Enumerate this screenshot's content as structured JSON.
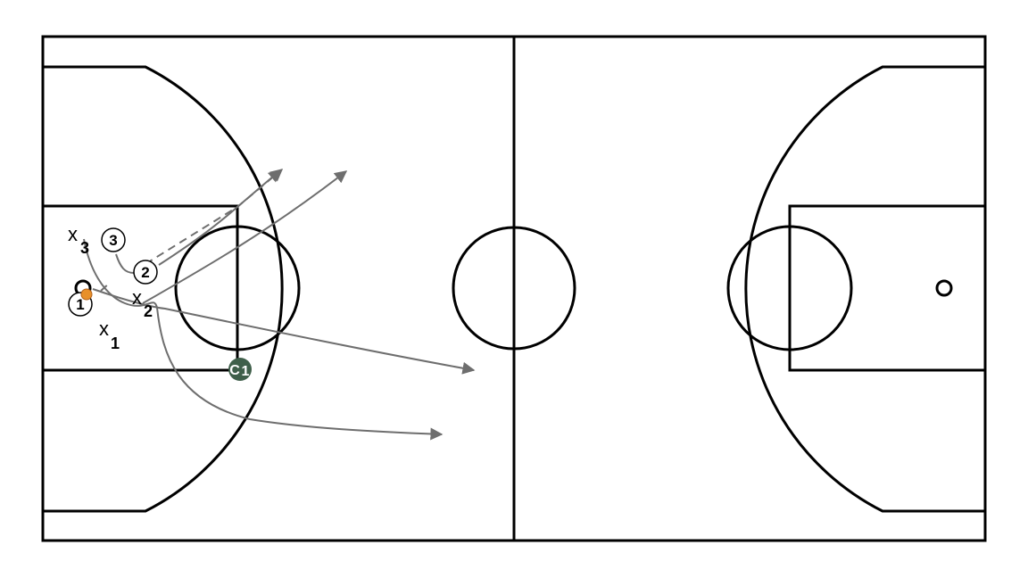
{
  "offense": [
    {
      "id": "o1",
      "label": "1",
      "has_ball": true
    },
    {
      "id": "o2",
      "label": "2"
    },
    {
      "id": "o3",
      "label": "3"
    }
  ],
  "defense": [
    {
      "id": "x1",
      "letter": "x",
      "sub": "1"
    },
    {
      "id": "x2",
      "letter": "x",
      "sub": "2"
    },
    {
      "id": "x3",
      "letter": "x",
      "sub": "3"
    }
  ],
  "coach": {
    "letter": "C",
    "sub": "1",
    "color": "#3f5f4a"
  },
  "colors": {
    "court_lines": "#000000",
    "movement_lines": "#6e6e6e",
    "ball": "#e8902a",
    "background": "#ffffff"
  },
  "icons": {
    "ball": "basketball-icon",
    "hoop": "hoop-icon"
  }
}
